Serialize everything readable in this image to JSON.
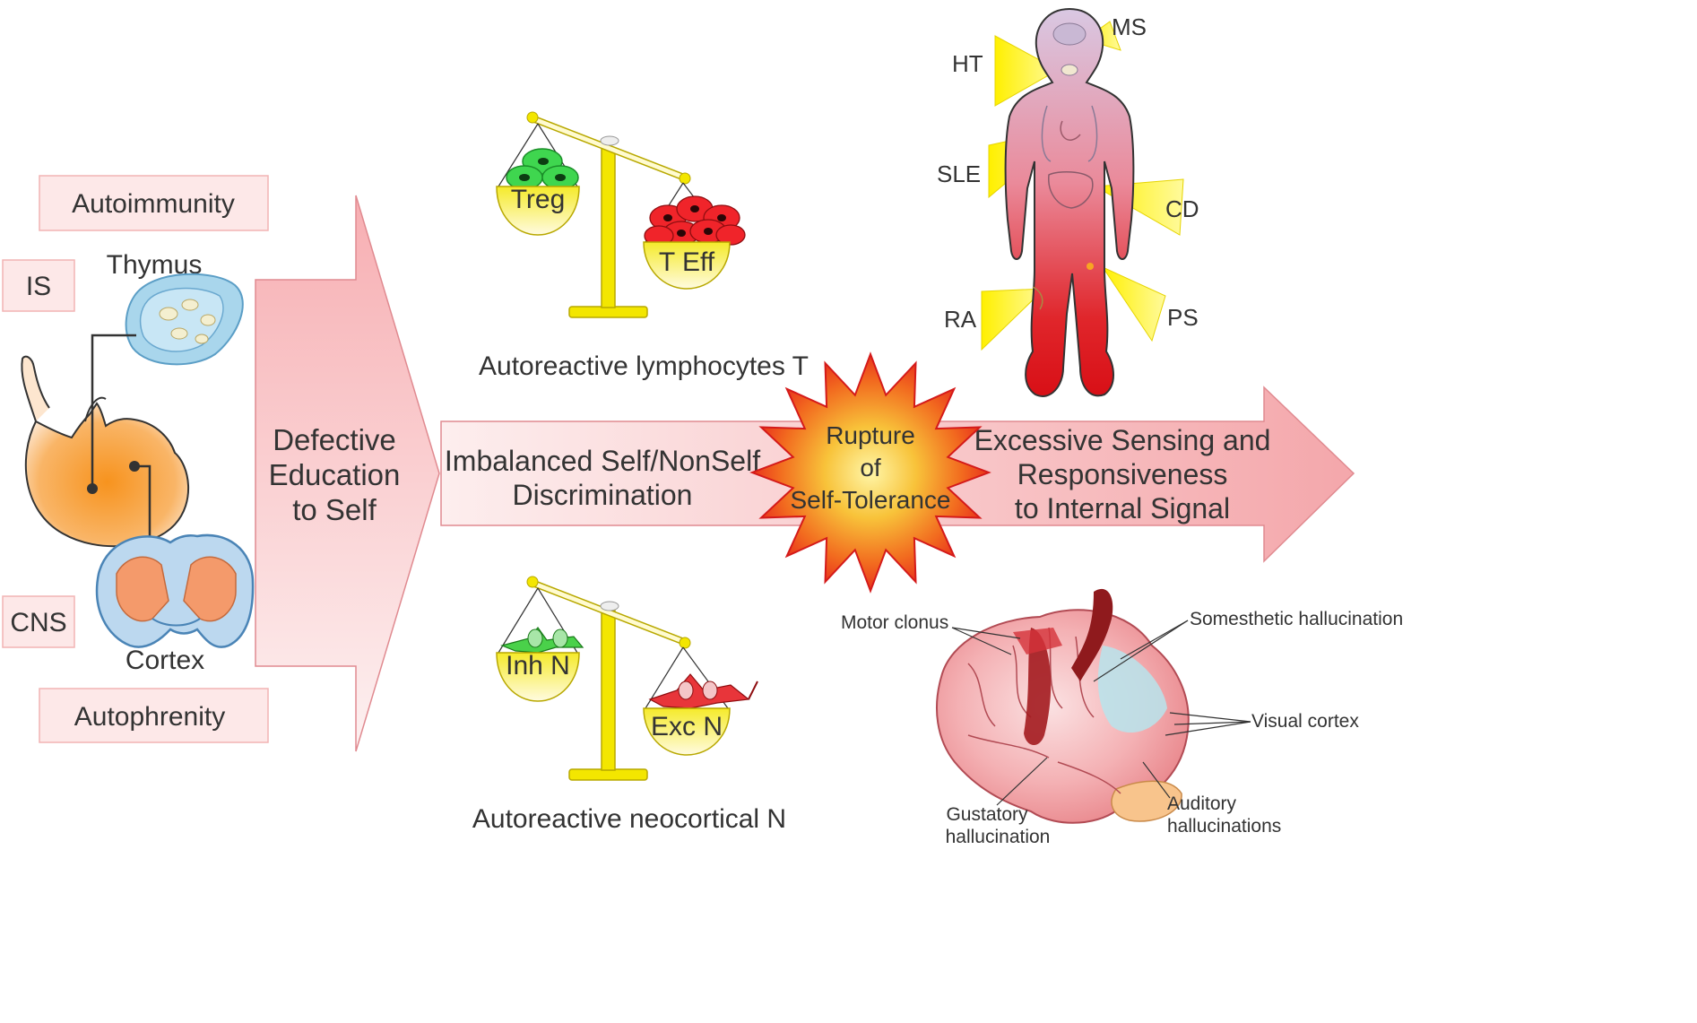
{
  "left_panel": {
    "autoimmunity": "Autoimmunity",
    "is": "IS",
    "thymus": "Thymus",
    "cns": "CNS",
    "cortex": "Cortex",
    "autophrenity": "Autophrenity"
  },
  "first_arrow": {
    "line1": "Defective",
    "line2": "Education",
    "line3": "to Self"
  },
  "center_arrow": {
    "line1": "Imbalanced Self/NonSelf",
    "line2": "Discrimination"
  },
  "burst": {
    "line1": "Rupture",
    "line2": "of",
    "line3": "Self-Tolerance"
  },
  "right_arrow": {
    "line1": "Excessive Sensing and",
    "line2": "Responsiveness",
    "line3": "to Internal Signal"
  },
  "top_scale": {
    "left_label": "Treg",
    "right_label": "T Eff",
    "caption": "Autoreactive lymphocytes T"
  },
  "bottom_scale": {
    "left_label": "Inh N",
    "right_label": "Exc N",
    "caption": "Autoreactive neocortical N"
  },
  "body_figure": {
    "ms": "MS",
    "ht": "HT",
    "sle": "SLE",
    "cd": "CD",
    "ra": "RA",
    "ps": "PS"
  },
  "brain_figure": {
    "motor_clonus": "Motor clonus",
    "somesthetic": "Somesthetic hallucination",
    "visual_cortex": "Visual cortex",
    "gustatory_line1": "Gustatory",
    "gustatory_line2": "hallucination",
    "auditory_line1": "Auditory",
    "auditory_line2": "hallucinations"
  },
  "colors": {
    "label_box_fill": "#fde8e8",
    "label_box_stroke": "#f2b4b4",
    "arrow_pink": "#f6b1b4",
    "scale_yellow": "#f3e600",
    "burst_orange": "#f4a12a",
    "burst_red": "#ea1c1c",
    "body_red": "#e0161c",
    "treg_green": "#23c93b",
    "embryo_orange": "#f7931e",
    "cortex_blue": "#7fc1e6"
  }
}
